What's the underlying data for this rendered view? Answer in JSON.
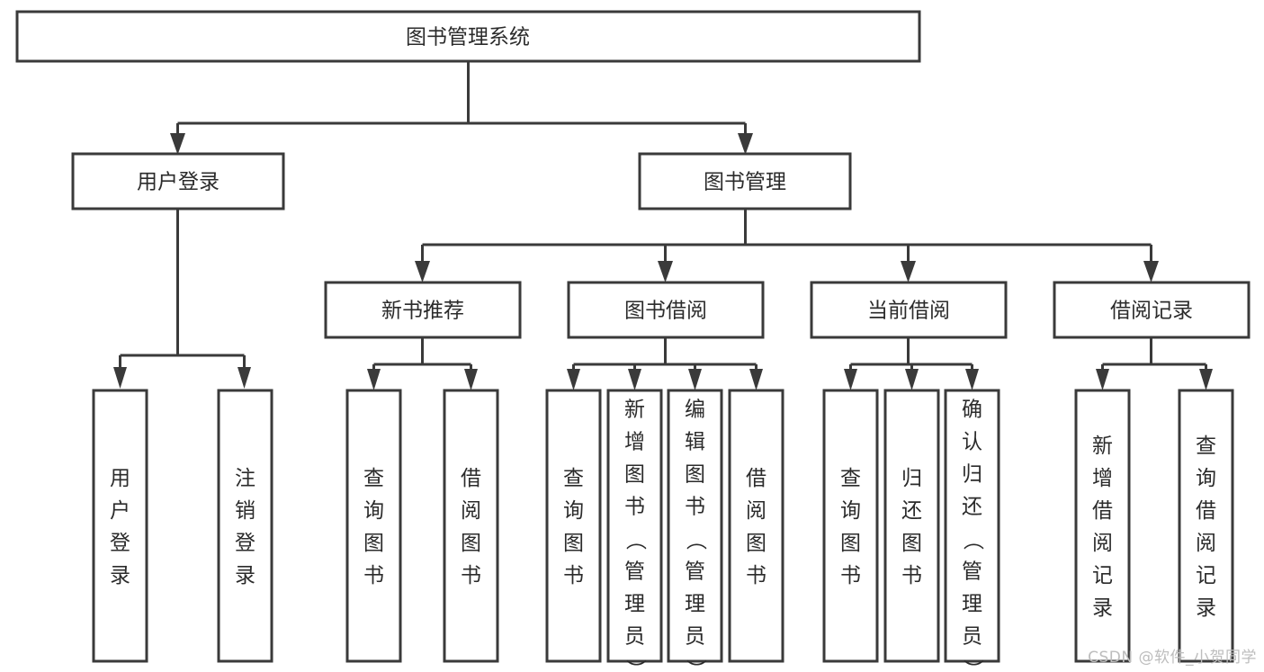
{
  "diagram": {
    "title": "图书管理系统",
    "type": "tree",
    "colors": {
      "stroke": "#3a3a3a",
      "box_fill": "#ffffff",
      "text": "#2b2b2b",
      "background": "#ffffff",
      "watermark": "#bdbdbd"
    },
    "watermark": "CSDN @软件_小贺同学",
    "levels": {
      "root": {
        "label": "图书管理系统"
      },
      "level2": [
        {
          "id": "user-login",
          "label": "用户登录"
        },
        {
          "id": "book-manage",
          "label": "图书管理"
        }
      ],
      "level3": [
        {
          "id": "new-book-recommend",
          "label": "新书推荐"
        },
        {
          "id": "book-borrow",
          "label": "图书借阅"
        },
        {
          "id": "current-borrow",
          "label": "当前借阅"
        },
        {
          "id": "borrow-record",
          "label": "借阅记录"
        }
      ],
      "leaves": {
        "user-login": [
          {
            "id": "leaf-user-login",
            "label": "用户登录"
          },
          {
            "id": "leaf-user-logout",
            "label": "注销登录"
          }
        ],
        "new-book-recommend": [
          {
            "id": "leaf-query-book-1",
            "label": "查询图书"
          },
          {
            "id": "leaf-borrow-book-1",
            "label": "借阅图书"
          }
        ],
        "book-borrow": [
          {
            "id": "leaf-query-book-2",
            "label": "查询图书"
          },
          {
            "id": "leaf-add-book",
            "label": "新增图书（管理员）"
          },
          {
            "id": "leaf-edit-book",
            "label": "编辑图书（管理员）"
          },
          {
            "id": "leaf-borrow-book-2",
            "label": "借阅图书"
          }
        ],
        "current-borrow": [
          {
            "id": "leaf-query-book-3",
            "label": "查询图书"
          },
          {
            "id": "leaf-return-book",
            "label": "归还图书"
          },
          {
            "id": "leaf-confirm-return",
            "label": "确认归还（管理员）"
          }
        ],
        "borrow-record": [
          {
            "id": "leaf-add-record",
            "label": "新增借阅记录"
          },
          {
            "id": "leaf-query-record",
            "label": "查询借阅记录"
          }
        ]
      }
    }
  }
}
